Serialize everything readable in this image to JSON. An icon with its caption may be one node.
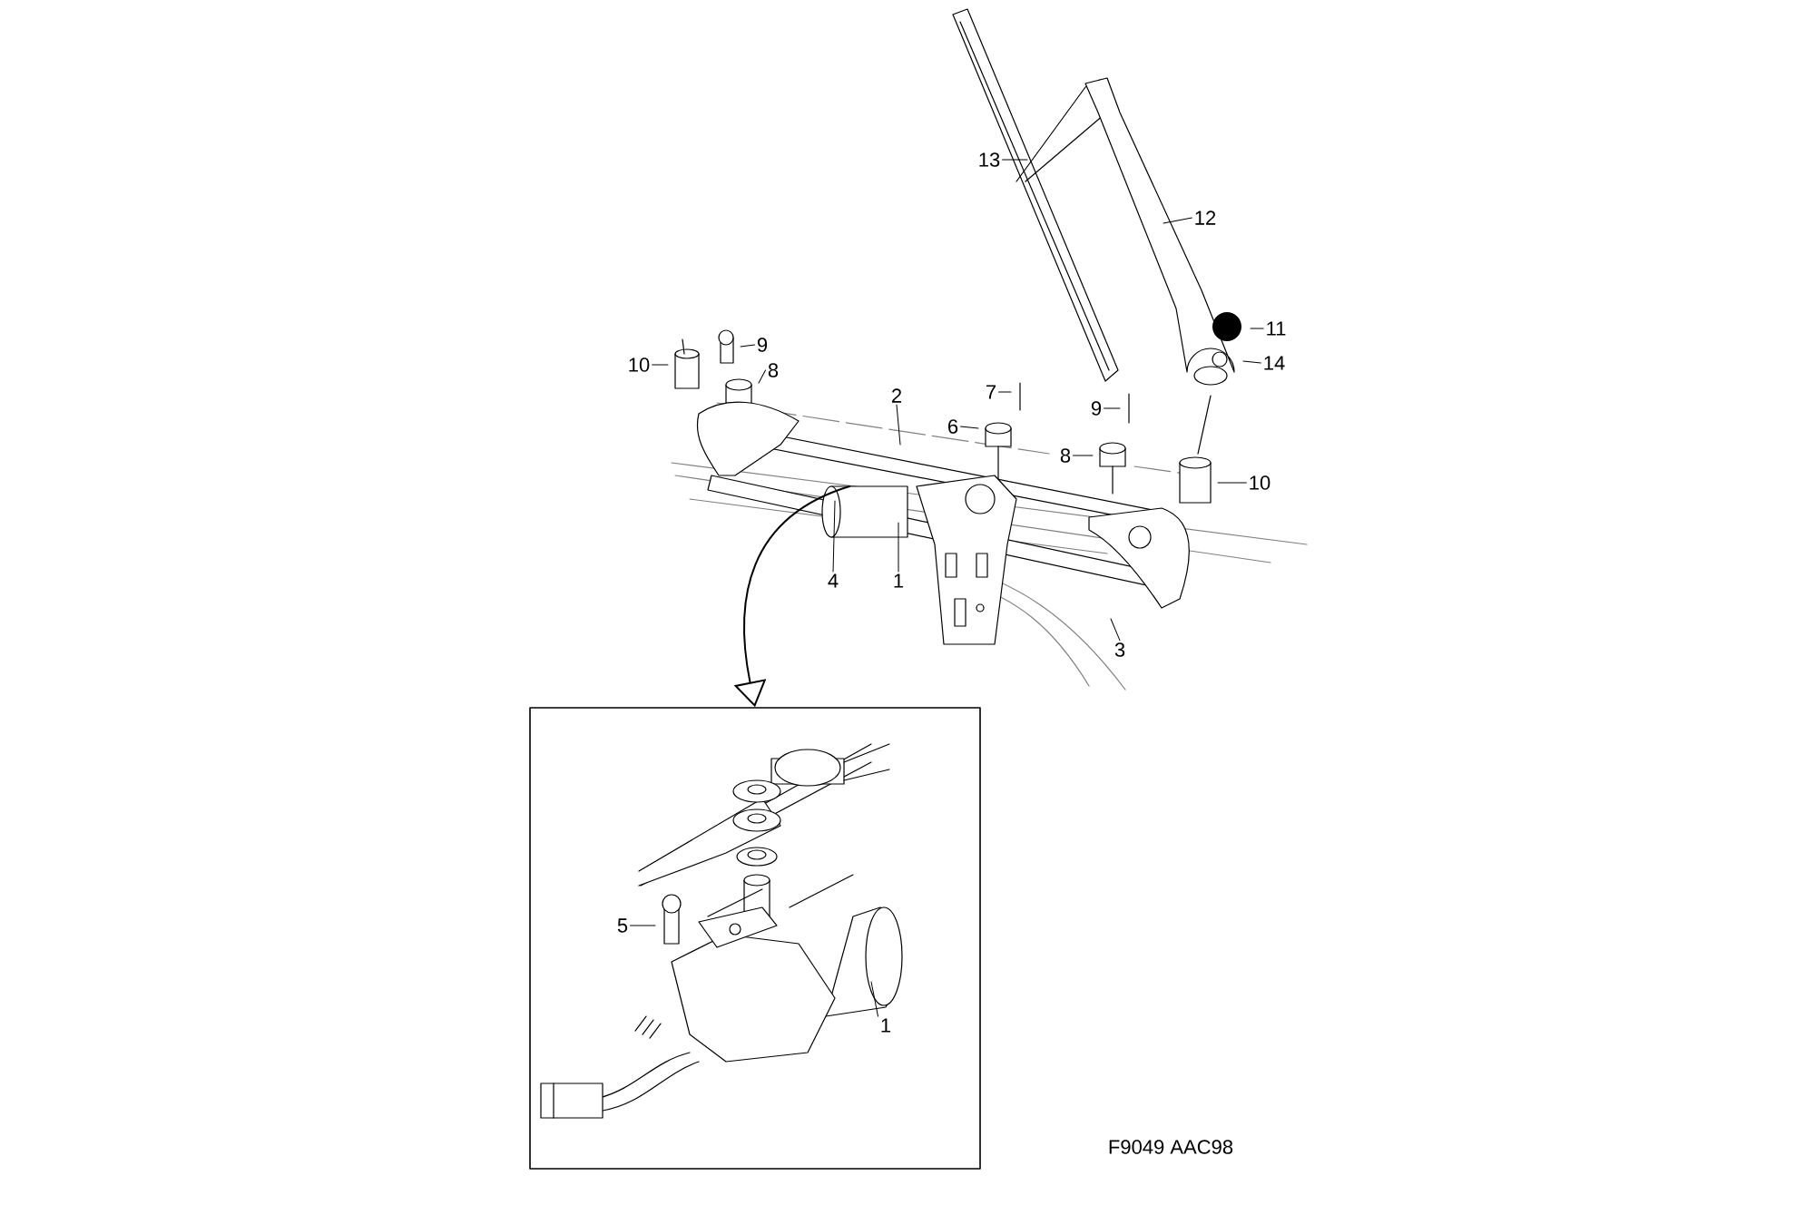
{
  "diagram": {
    "nodes": [
      {
        "text": [
          "13"
        ]
      },
      {
        "text": [
          "12"
        ]
      },
      {
        "text": [
          "11"
        ]
      },
      {
        "text": [
          "14"
        ]
      },
      {
        "text": [
          "10"
        ]
      },
      {
        "text": [
          "9"
        ]
      },
      {
        "text": [
          "8"
        ]
      },
      {
        "text": [
          "2"
        ]
      },
      {
        "text": [
          "7"
        ]
      },
      {
        "text": [
          "6"
        ]
      },
      {
        "text": [
          "9"
        ]
      },
      {
        "text": [
          "8"
        ]
      },
      {
        "text": [
          "10"
        ]
      },
      {
        "text": [
          "4"
        ]
      },
      {
        "text": [
          "1"
        ]
      },
      {
        "text": [
          "3"
        ]
      },
      {
        "text": [],
        "shape": "box"
      },
      {
        "text": [
          "5"
        ],
        "in": 16
      },
      {
        "text": [
          "1"
        ],
        "in": 16
      }
    ],
    "edges": [
      {
        "from": 0,
        "to": null,
        "arrow": "none"
      },
      {
        "from": 1,
        "to": null,
        "arrow": "none"
      },
      {
        "from": 2,
        "to": null,
        "arrow": "none"
      },
      {
        "from": 3,
        "to": null,
        "arrow": "none"
      },
      {
        "from": 4,
        "to": null,
        "arrow": "none"
      },
      {
        "from": 5,
        "to": null,
        "arrow": "none"
      },
      {
        "from": 6,
        "to": null,
        "arrow": "none"
      },
      {
        "from": 7,
        "to": null,
        "arrow": "none"
      },
      {
        "from": 8,
        "to": null,
        "arrow": "none"
      },
      {
        "from": 9,
        "to": null,
        "arrow": "none"
      },
      {
        "from": 10,
        "to": null,
        "arrow": "none"
      },
      {
        "from": 11,
        "to": null,
        "arrow": "none"
      },
      {
        "from": 12,
        "to": null,
        "arrow": "none"
      },
      {
        "from": 13,
        "to": null,
        "arrow": "none"
      },
      {
        "from": 14,
        "to": null,
        "arrow": "none"
      },
      {
        "from": 15,
        "to": null,
        "arrow": "none"
      },
      {
        "from": 17,
        "to": null,
        "arrow": "none"
      },
      {
        "from": 18,
        "to": null,
        "arrow": "none"
      },
      {
        "from": null,
        "to": 16,
        "arrow": "to"
      }
    ],
    "labels": [
      "F9049 AAC98"
    ]
  }
}
